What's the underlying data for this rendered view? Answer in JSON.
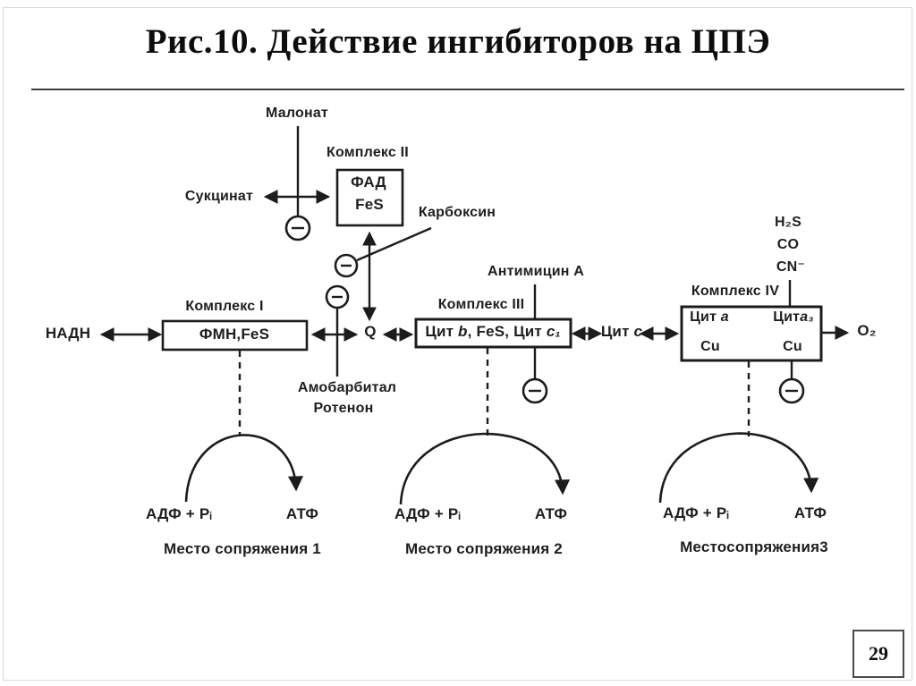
{
  "title": "Рис.10. Действие ингибиторов на ЦПЭ",
  "page_number": "29",
  "colors": {
    "ink": "#1c1c1c",
    "background": "#ffffff"
  },
  "diagram": {
    "labels": {
      "malonate": "Малонат",
      "succinate": "Сукцинат",
      "carboxin": "Карбоксин",
      "antimycin_a": "Антимицин А",
      "amobarbital": "Амобарбитал",
      "rotenone": "Ротенон",
      "h2s": "H₂S",
      "co": "CO",
      "cn": "CN⁻",
      "nadh": "НАДН",
      "q": "Q",
      "o2": "O₂",
      "cyt_c_prefix": "Цит ",
      "cyt_c_letter": "с"
    },
    "complex1": {
      "label": "Комплекс I",
      "content": "ФМН,FeS"
    },
    "complex2": {
      "label": "Комплекс II",
      "row1": "ФАД",
      "row2": "FeS"
    },
    "complex3": {
      "label": "Комплекс III",
      "part1": "Цит ",
      "part2": "b",
      "part3": ", FeS, Цит ",
      "part4": "c₁"
    },
    "complex4": {
      "label": "Комплекс IV",
      "cyt_a_prefix": "Цит ",
      "cyt_a_italic": "a",
      "cyt_a3_prefix": "Цит",
      "cyt_a3_italic": "a₃",
      "cu_left": "Cu",
      "cu_right": "Cu"
    },
    "coupling_sites": [
      {
        "substrates": "АДФ + Pᵢ",
        "product": "АТФ",
        "label": "Место сопряжения 1"
      },
      {
        "substrates": "АДФ + Pᵢ",
        "product": "АТФ",
        "label": "Место сопряжения 2"
      },
      {
        "substrates": "АДФ + Pᵢ",
        "product": "АТФ",
        "label": "Местосопряжения3"
      }
    ]
  }
}
